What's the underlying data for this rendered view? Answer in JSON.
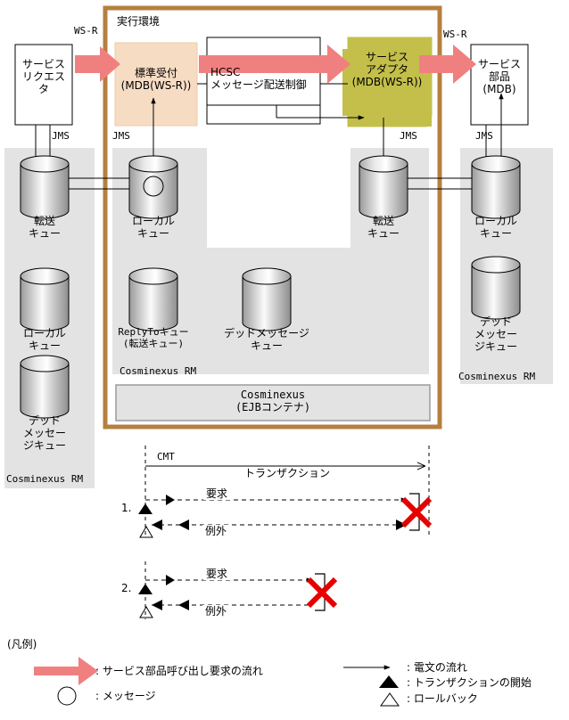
{
  "diagram": {
    "title_env": "実行環境",
    "brand_colors": {
      "env_border": "#b5803f",
      "arrow_red": "#f08080",
      "panel_gray": "#e3e3e3",
      "box_peach": "#f7dcc4",
      "box_olive": "#c3bf4a",
      "cross_red": "#e60000",
      "cyl_light": "#f2f2f2",
      "cyl_dark": "#7a7a7a"
    },
    "boxes": {
      "service_requester": "サービス\nリクエス\nタ",
      "standard_reception": "標準受付\n(MDB(WS-R))",
      "hcsc": "HCSC\nメッセージ配送制御",
      "service_adapter": "サービス\nアダプタ\n(MDB(WS-R))",
      "service_component": "サービス\n部品\n(MDB)",
      "cosminexus_ejb": "Cosminexus\n(EJBコンテナ)"
    },
    "wsr_labels": {
      "left": "WS-R",
      "right": "WS-R"
    },
    "jms_labels": [
      "JMS",
      "JMS",
      "JMS",
      "JMS"
    ],
    "panel_labels": {
      "left_rm": "Cosminexus RM",
      "center_rm": "Cosminexus RM",
      "right_rm": "Cosminexus RM"
    },
    "queues": [
      {
        "id": "q-left-transfer",
        "label": "転送\nキュー"
      },
      {
        "id": "q-left-local",
        "label": "ローカル\nキュー"
      },
      {
        "id": "q-left-dead",
        "label": "デッド\nメッセー\nジキュー"
      },
      {
        "id": "q-center-local",
        "label": "ローカル\nキュー"
      },
      {
        "id": "q-center-replyto",
        "label": "ReplyToキュー\n(転送キュー)"
      },
      {
        "id": "q-center-dead",
        "label": "デッドメッセージ\nキュー"
      },
      {
        "id": "q-right-transfer",
        "label": "転送\nキュー"
      },
      {
        "id": "q-right-local",
        "label": "ローカル\nキュー"
      },
      {
        "id": "q-right-dead",
        "label": "デッド\nメッセー\nジキュー"
      }
    ],
    "transaction": {
      "cmt_label": "CMT",
      "tx_label": "トランザクション",
      "cases": [
        {
          "num": "1.",
          "request": "要求",
          "exception": "例外"
        },
        {
          "num": "2.",
          "request": "要求",
          "exception": "例外"
        }
      ]
    },
    "legend": {
      "heading": "(凡例)",
      "items": [
        {
          "icon": "thick-red-arrow-icon",
          "text": ": サービス部品呼び出し要求の流れ"
        },
        {
          "icon": "circle-icon",
          "text": ": メッセージ"
        },
        {
          "icon": "thin-black-arrow-icon",
          "text": ": 電文の流れ"
        },
        {
          "icon": "filled-triangle-icon",
          "text": ": トランザクションの開始"
        },
        {
          "icon": "hollow-triangle-icon",
          "text": ": ロールバック"
        }
      ]
    }
  }
}
